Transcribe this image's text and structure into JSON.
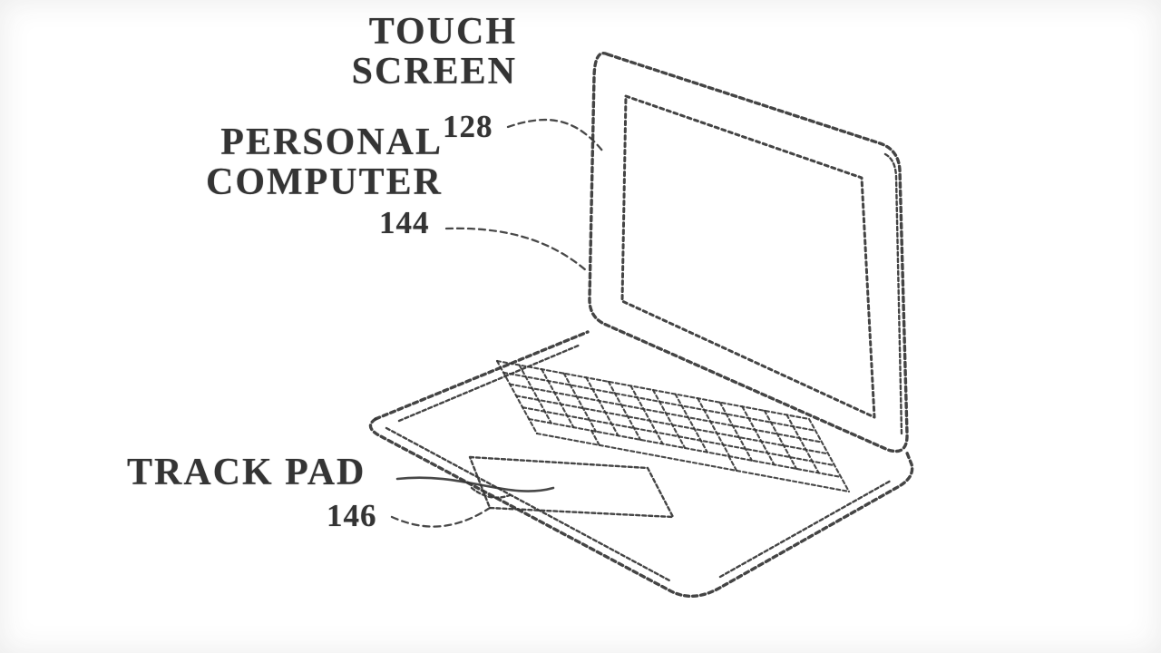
{
  "figure": {
    "background": "#ffffff",
    "ink_color": "#343434",
    "callouts": [
      {
        "id": "touch-screen",
        "label": "TOUCH SCREEN",
        "ref": "128"
      },
      {
        "id": "personal-computer",
        "label": "PERSONAL COMPUTER",
        "ref": "144"
      },
      {
        "id": "track-pad",
        "label": "TRACK PAD",
        "ref": "146"
      }
    ]
  }
}
